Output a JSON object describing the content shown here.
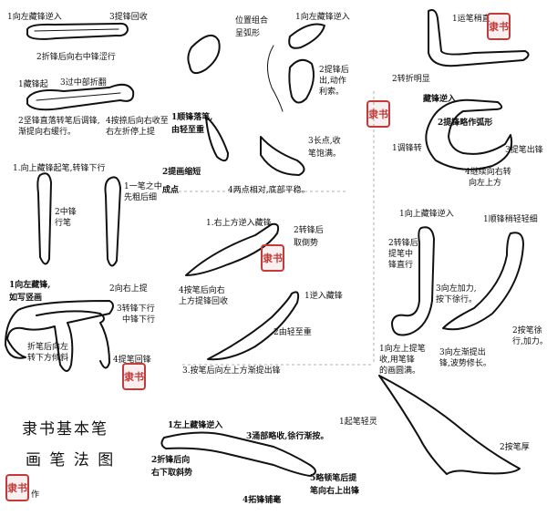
{
  "title": {
    "line1": "隶书基本笔",
    "line2": "画 笔 法 图"
  },
  "seal_text": "隶书",
  "seal_note": "作",
  "panels": {
    "horizontal": {
      "h1_a": "1向左藏锋逆入",
      "h1_b": "3提锋回收",
      "h1_c": "2折锋后向右中锋涩行",
      "h2_a": "1藏锋起",
      "h2_b": "3过中部折翻",
      "h2_c": "2坚锋直落转笔后调锋,",
      "h2_d": "渐提向右缓行。",
      "h2_e": "4按捺后向右收至",
      "h2_f": "右左折停上提"
    },
    "dots": {
      "a": "位置组合",
      "b": "呈弧形",
      "c": "1向左藏锋逆入",
      "d": "2提锋后",
      "e": "出,动作",
      "f": "利索。",
      "g": "1顺锋落笔,",
      "h": "由轻至重",
      "i": "3长点,收",
      "j": "笔饱满。",
      "k": "2提画缩短",
      "l": "成点",
      "m": "4两点相对,底部平稳。"
    },
    "hook_right": {
      "a": "1运笔稍直",
      "b": "2转折明显",
      "c": "藏锋逆入",
      "d": "2提锋略作弧形",
      "e": "3提笔出锋",
      "f": "1调锋转",
      "g": "4继续向右转",
      "h": "向左上方"
    },
    "vertical": {
      "a": "1.向上藏锋起笔,转锋下行",
      "b": "1一笔之中",
      "c": "先粗后细",
      "d": "2中锋",
      "e": "行笔",
      "f": "2向右上提",
      "g": "1向左藏锋,",
      "h": "如写竖画",
      "i": "3转锋下行",
      "j": "中锋下行",
      "k": "4提笔回锋",
      "l": "折笔后向左",
      "m": "转下方倾斜"
    },
    "pie_mid": {
      "a": "1.右上方逆入藏锋",
      "b": "2转锋后",
      "c": "取倒势",
      "d": "4按笔后向右",
      "e": "上方提锋回收",
      "f": "1逆入藏锋",
      "g": "2由轻至重",
      "h": "3.按笔后向左上方渐提出锋"
    },
    "pie_right": {
      "a": "1向上藏锋逆入",
      "b": "1顺锋稍轻轻细",
      "c": "2转锋后",
      "d": "提笔中",
      "e": "锋直行",
      "f": "3向左加力,",
      "g": "按下徐行。",
      "h": "1向左上提笔",
      "i": "收,用笔锋",
      "j": "的画圆满。",
      "k": "3向左渐提出",
      "l": "锋,波势修长。",
      "m": "2按笔徐",
      "n": "行,加力。"
    },
    "na": {
      "a": "1左上藏锋逆入",
      "b": "3涌部略收,徐行渐按。",
      "c": "2折锋后向",
      "d": "右下取斜势",
      "e": "5略顿笔后提",
      "f": "笔向右上出锋",
      "g": "4拓锋铺毫",
      "h": "1起笔轻灵",
      "i": "2按笔厚"
    }
  }
}
